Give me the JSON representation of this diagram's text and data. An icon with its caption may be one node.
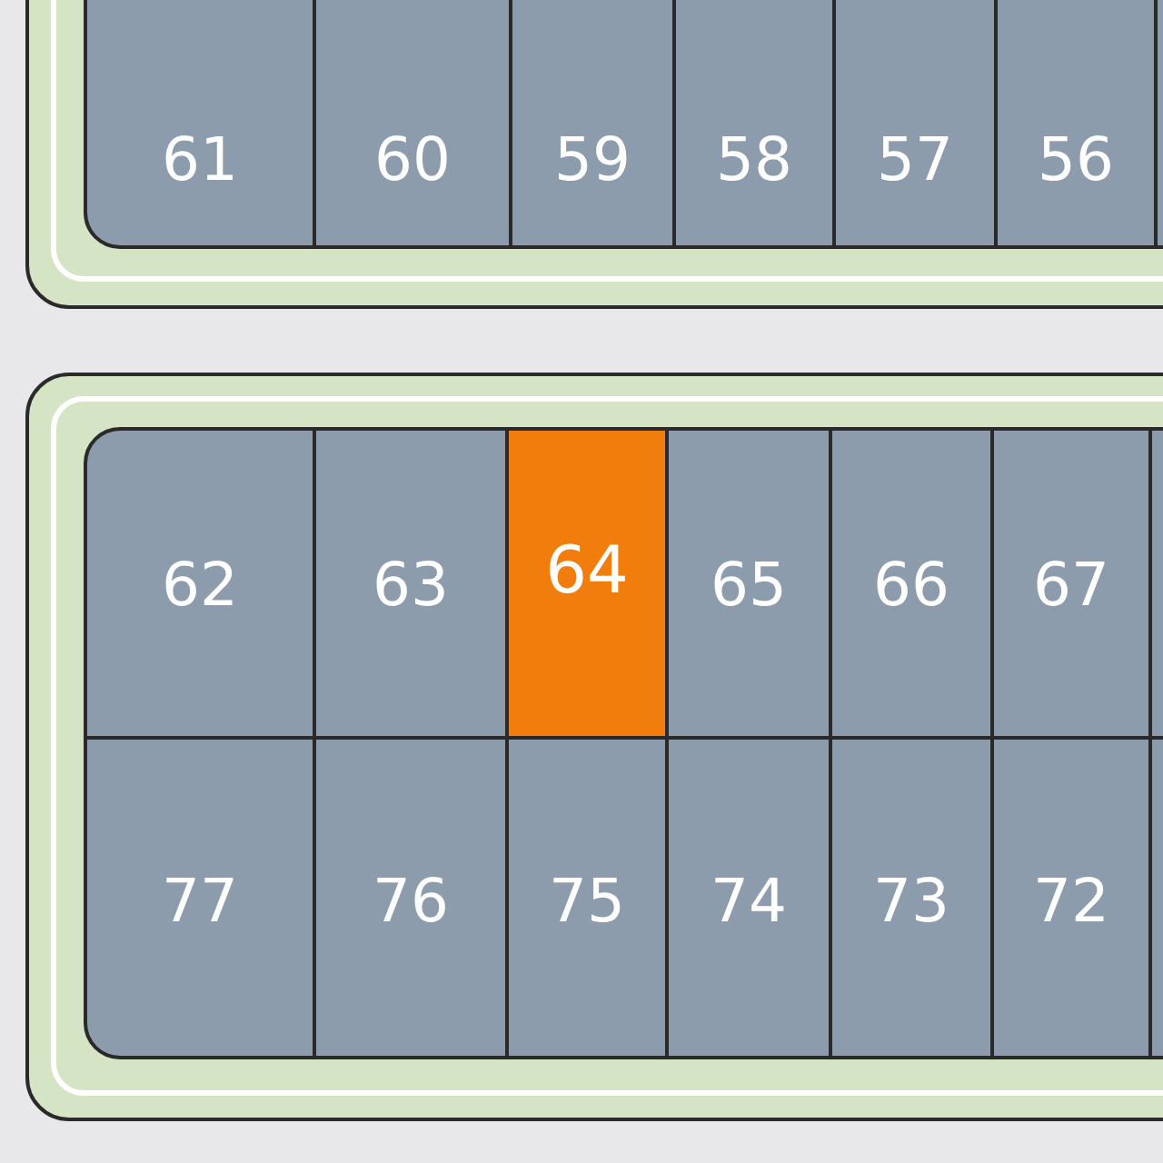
{
  "diagram": {
    "nodes": [
      {
        "text": [
          "61"
        ]
      },
      {
        "text": [
          "60"
        ]
      },
      {
        "text": [
          "59"
        ]
      },
      {
        "text": [
          "58"
        ]
      },
      {
        "text": [
          "57"
        ]
      },
      {
        "text": [
          "56"
        ]
      },
      {
        "text": [],
        "shape": "box"
      },
      {
        "text": [
          "62"
        ]
      },
      {
        "text": [
          "63"
        ]
      },
      {
        "text": [
          "64"
        ]
      },
      {
        "text": [
          "65"
        ]
      },
      {
        "text": [
          "66"
        ]
      },
      {
        "text": [
          "67"
        ]
      },
      {
        "text": [],
        "shape": "box"
      },
      {
        "text": [
          "77"
        ]
      },
      {
        "text": [
          "76"
        ]
      },
      {
        "text": [
          "75"
        ]
      },
      {
        "text": [
          "74"
        ]
      },
      {
        "text": [
          "73"
        ]
      },
      {
        "text": [
          "72"
        ]
      },
      {
        "text": [],
        "shape": "box"
      }
    ]
  }
}
